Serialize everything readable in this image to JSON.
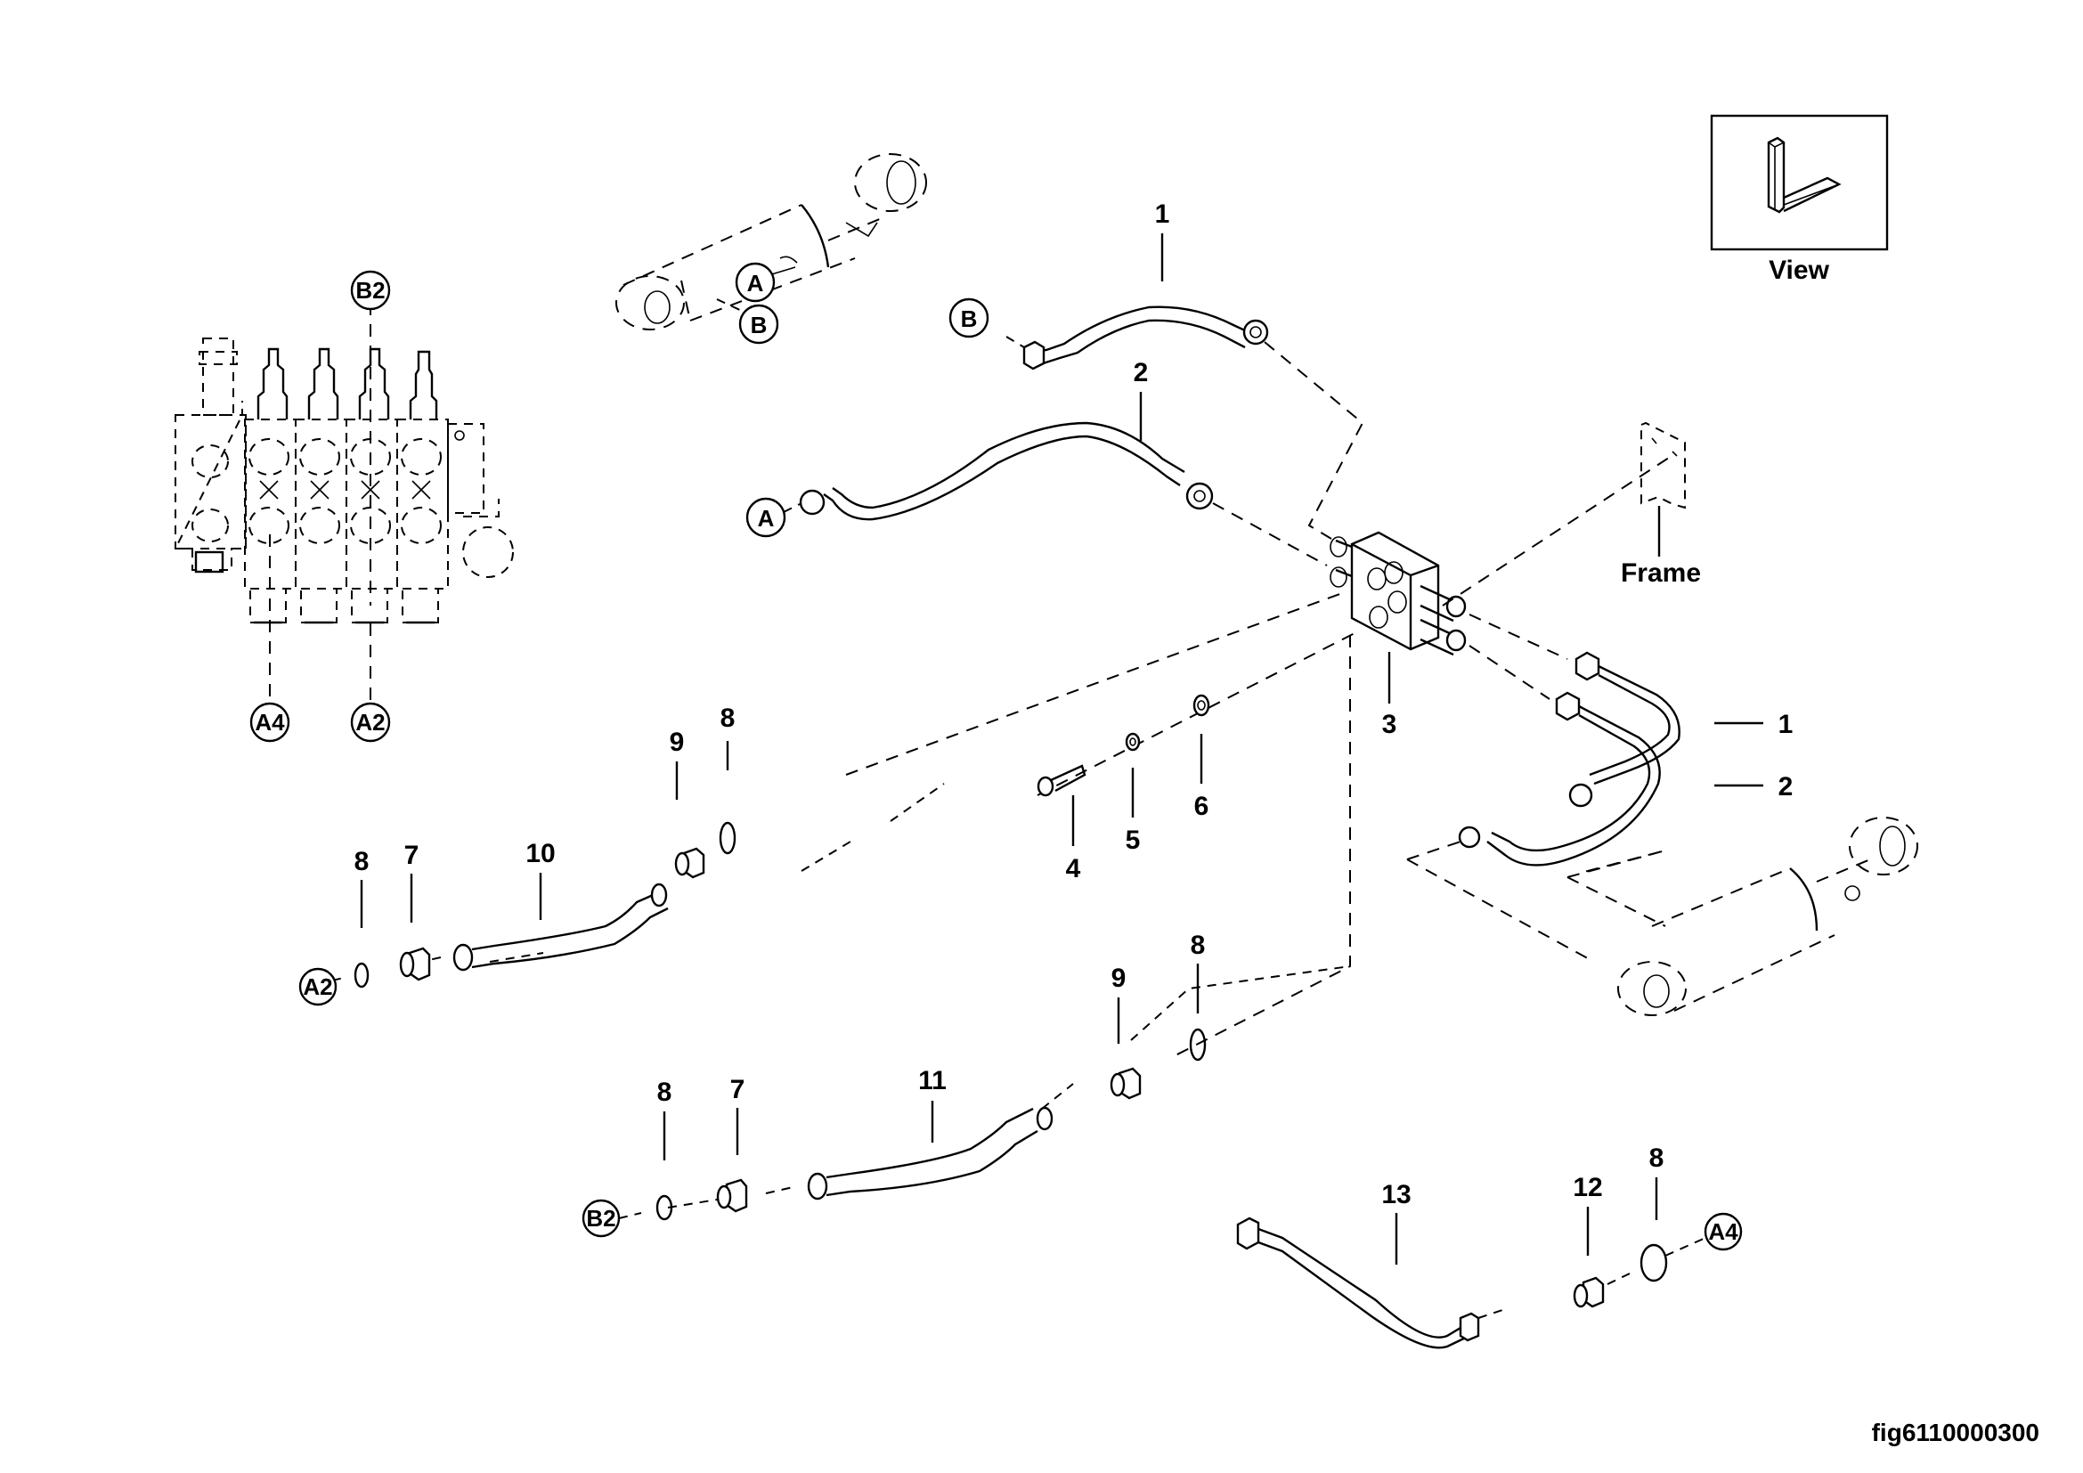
{
  "figure": {
    "id": "fig6110000300",
    "view_label": "View",
    "frame_label": "Frame"
  },
  "connector_refs": {
    "A": "A",
    "B": "B",
    "A2": "A2",
    "A4": "A4",
    "B2": "B2"
  },
  "callouts": {
    "c1_top": "1",
    "c2_top": "2",
    "c3": "3",
    "c1_right": "1",
    "c2_right": "2",
    "c4": "4",
    "c5": "5",
    "c6": "6",
    "c7_upper": "7",
    "c8_upper_left": "8",
    "c10": "10",
    "c9_upper": "9",
    "c8_upper_right": "8",
    "c7_lower": "7",
    "c8_lower_left": "8",
    "c11": "11",
    "c9_lower": "9",
    "c8_lower_right": "8",
    "c13": "13",
    "c12": "12",
    "c8_bottom": "8"
  }
}
